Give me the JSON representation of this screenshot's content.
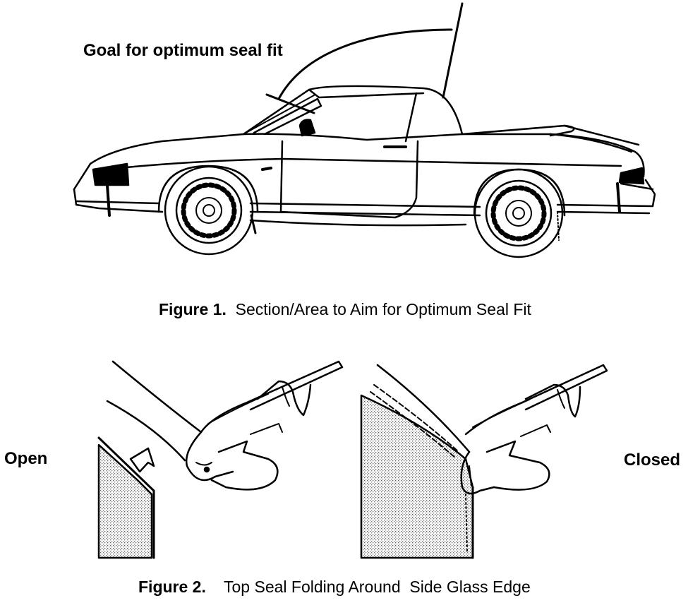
{
  "figure1": {
    "annotation": "Goal for optimum seal fit",
    "caption_label": "Figure 1.",
    "caption_text": "Section/Area to Aim for Optimum Seal Fit"
  },
  "figure2": {
    "open_label": "Open",
    "closed_label": "Closed",
    "caption_label": "Figure 2.",
    "caption_text": "Top Seal Folding Around  Side Glass Edge"
  }
}
